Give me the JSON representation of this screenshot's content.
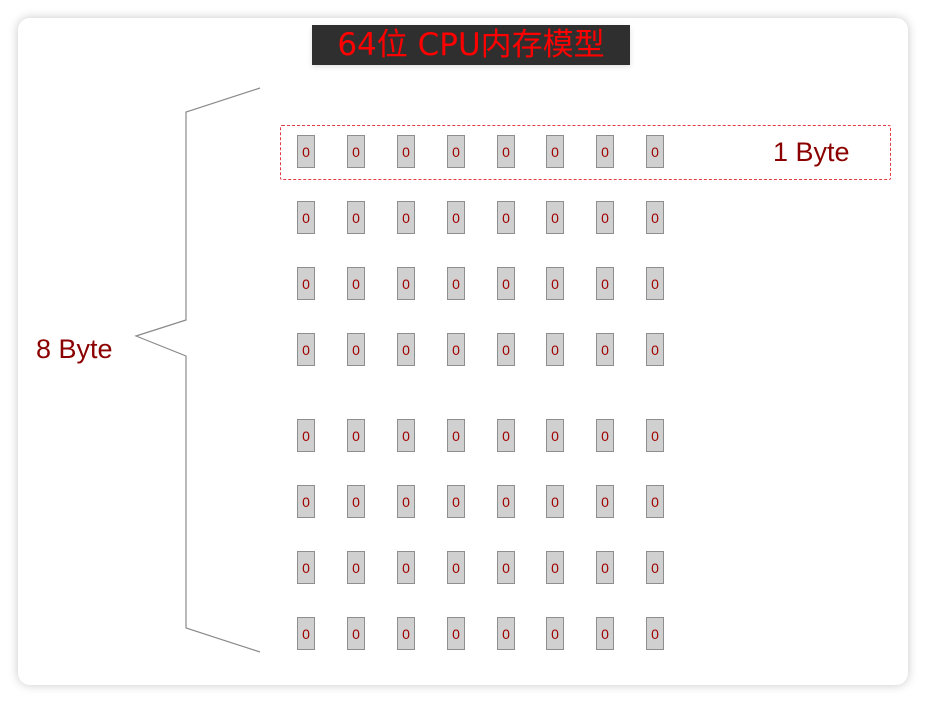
{
  "title": "64位 CPU内存模型",
  "byte_label": "1 Byte",
  "word_label": "8 Byte",
  "bits": [
    [
      "0",
      "0",
      "0",
      "0",
      "0",
      "0",
      "0",
      "0"
    ],
    [
      "0",
      "0",
      "0",
      "0",
      "0",
      "0",
      "0",
      "0"
    ],
    [
      "0",
      "0",
      "0",
      "0",
      "0",
      "0",
      "0",
      "0"
    ],
    [
      "0",
      "0",
      "0",
      "0",
      "0",
      "0",
      "0",
      "0"
    ],
    [
      "0",
      "0",
      "0",
      "0",
      "0",
      "0",
      "0",
      "0"
    ],
    [
      "0",
      "0",
      "0",
      "0",
      "0",
      "0",
      "0",
      "0"
    ],
    [
      "0",
      "0",
      "0",
      "0",
      "0",
      "0",
      "0",
      "0"
    ],
    [
      "0",
      "0",
      "0",
      "0",
      "0",
      "0",
      "0",
      "0"
    ]
  ],
  "colors": {
    "title_text": "#ff0000",
    "title_background": "#2f2f2f",
    "label_text": "#8b0000",
    "bit_text": "#a00000",
    "bit_fill": "#d0d0d0",
    "highlight_border": "#e23b48"
  }
}
